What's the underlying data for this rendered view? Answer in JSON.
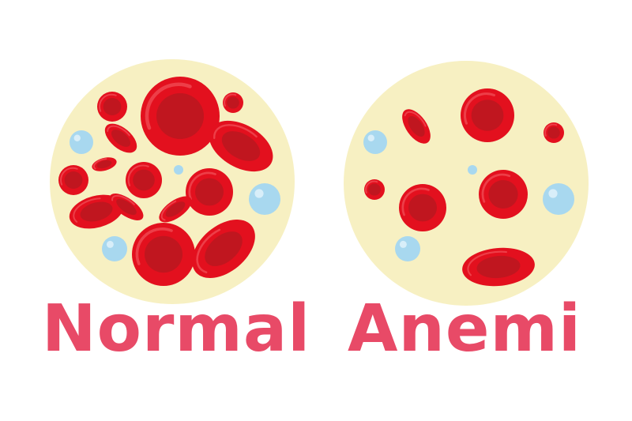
{
  "panels": [
    {
      "id": "normal",
      "label": "Normal"
    },
    {
      "id": "anemia",
      "label": "Anemi"
    }
  ],
  "colors": {
    "plasma": "#f7f0c2",
    "rbc": "#e3101e",
    "rbc_center": "#c0161f",
    "rbc_highlight": "#ef4a52",
    "wbc": "#a8d8ef",
    "wbc_highlight": "#e3f4fb",
    "label": "#e84a67"
  }
}
